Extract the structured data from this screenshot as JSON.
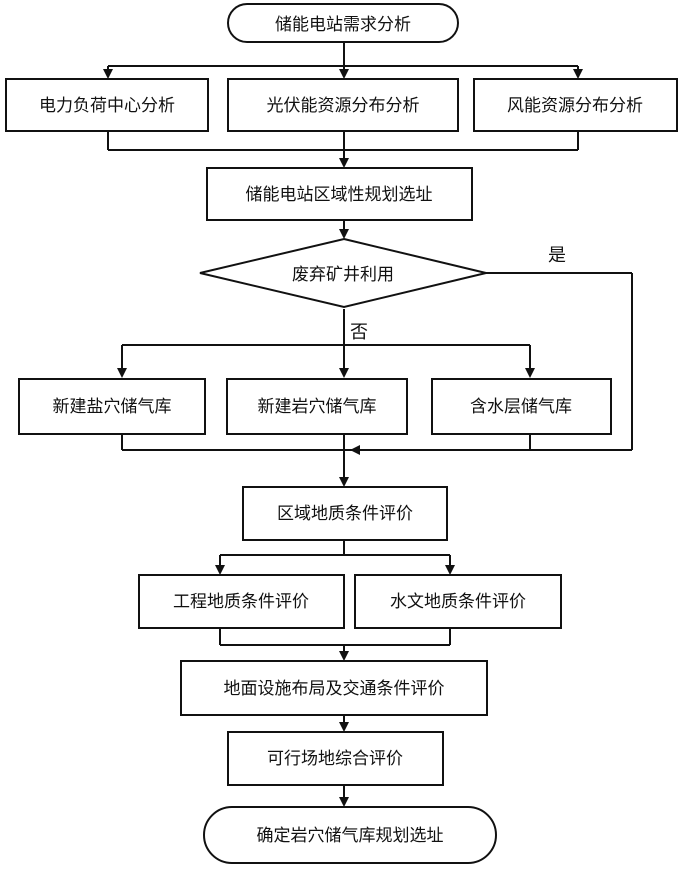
{
  "flowchart": {
    "start": "储能电站需求分析",
    "analysis": {
      "load_center": "电力负荷中心分析",
      "pv_resource": "光伏能资源分布分析",
      "wind_resource": "风能资源分布分析"
    },
    "regional_planning": "储能电站区域性规划选址",
    "decision": {
      "question": "废弃矿井利用",
      "yes_label": "是",
      "no_label": "否"
    },
    "storage_options": {
      "salt_cavern": "新建盐穴储气库",
      "rock_cavern": "新建岩穴储气库",
      "aquifer": "含水层储气库"
    },
    "regional_geology": "区域地质条件评价",
    "engineering_geology": "工程地质条件评价",
    "hydrogeology": "水文地质条件评价",
    "surface_layout": "地面设施布局及交通条件评价",
    "site_evaluation": "可行场地综合评价",
    "end": "确定岩穴储气库规划选址"
  }
}
